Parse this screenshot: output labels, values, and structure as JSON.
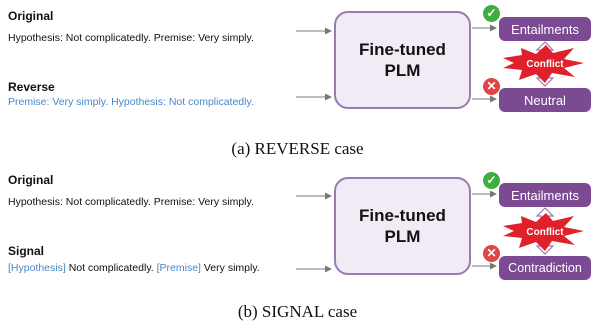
{
  "panels": [
    {
      "caption": "(a) REVERSE case",
      "input1": {
        "heading": "Original",
        "parts": [
          {
            "text": "Hypothesis",
            "style": "plain"
          },
          {
            "text": ": Not complicatedly. ",
            "style": "plain"
          },
          {
            "text": "Premise",
            "style": "plain"
          },
          {
            "text": ": Very simply.",
            "style": "plain"
          }
        ]
      },
      "input2": {
        "heading": "Reverse",
        "parts": [
          {
            "text": "Premise: Very simply. Hypothesis: Not complicatedly.",
            "style": "blue"
          }
        ]
      },
      "model": {
        "line1": "Fine-tuned",
        "line2": "PLM"
      },
      "output_top": "Entailments",
      "output_bottom": "Neutral",
      "conflict": "Conflict"
    },
    {
      "caption": "(b) SIGNAL case",
      "input1": {
        "heading": "Original",
        "parts": [
          {
            "text": "Hypothesis",
            "style": "plain"
          },
          {
            "text": ": Not complicatedly. ",
            "style": "plain"
          },
          {
            "text": "Premise",
            "style": "plain"
          },
          {
            "text": ": Very simply.",
            "style": "plain"
          }
        ]
      },
      "input2": {
        "heading": "Signal",
        "parts": [
          {
            "text": "[Hypothesis]",
            "style": "blue"
          },
          {
            "text": " Not complicatedly. ",
            "style": "plain"
          },
          {
            "text": "[Premise]",
            "style": "blue"
          },
          {
            "text": " Very simply.",
            "style": "plain"
          }
        ]
      },
      "model": {
        "line1": "Fine-tuned",
        "line2": "PLM"
      },
      "output_top": "Entailments",
      "output_bottom": "Contradiction",
      "conflict": "Conflict"
    }
  ],
  "colors": {
    "output_box": "#7b4a93",
    "plm_fill": "#f1ebf5",
    "plm_border": "#9a7bb0",
    "conflict": "#e0202a",
    "check": "#3fae3f",
    "cross": "#e04545",
    "highlight": "#4a86c8"
  },
  "icons": {
    "correct": "check-circle-icon",
    "wrong": "cross-circle-icon",
    "conflict": "explosion-burst-icon"
  }
}
